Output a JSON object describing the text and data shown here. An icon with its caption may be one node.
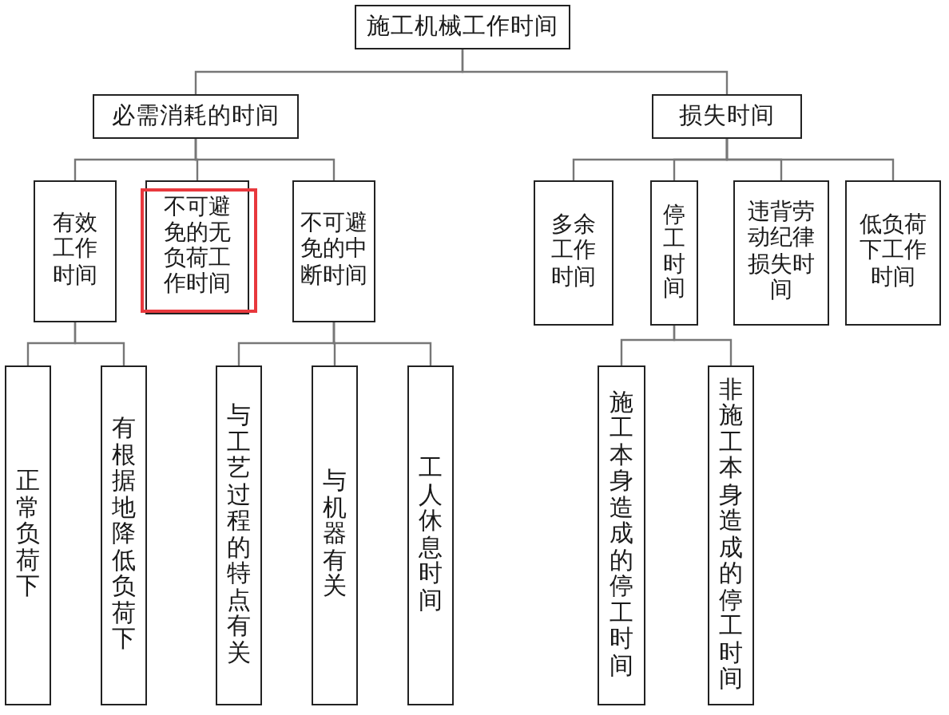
{
  "diagram": {
    "nodes": [
      {
        "text": [
          "施工机械工作时间"
        ]
      },
      {
        "text": [
          "必需消耗的时间"
        ]
      },
      {
        "text": [
          "损失时间"
        ]
      },
      {
        "text": [
          "有效工作时间"
        ]
      },
      {
        "text": [
          "不可避免的无负荷工作时间"
        ]
      },
      {
        "text": [
          "不可避免的中断时间"
        ]
      },
      {
        "text": [
          "多余工作时间"
        ]
      },
      {
        "text": [
          "停工时间"
        ]
      },
      {
        "text": [
          "违背劳动纪律损失时间"
        ]
      },
      {
        "text": [
          "低负荷下工作时间"
        ]
      },
      {
        "text": [
          "正常负荷下"
        ]
      },
      {
        "text": [
          "有根据地降低负荷下"
        ]
      },
      {
        "text": [
          "与工艺过程的特点有关"
        ]
      },
      {
        "text": [
          "与机器有关"
        ]
      },
      {
        "text": [
          "工人休息时间"
        ]
      },
      {
        "text": [
          "施工本身造成的停工时间"
        ]
      },
      {
        "text": [
          "非施工本身造成的停工时间"
        ]
      }
    ],
    "edges": [
      {
        "from": 0,
        "to": 1,
        "arrow": "none"
      },
      {
        "from": 0,
        "to": 2,
        "arrow": "none"
      },
      {
        "from": 1,
        "to": 3,
        "arrow": "none"
      },
      {
        "from": 1,
        "to": 4,
        "arrow": "none"
      },
      {
        "from": 1,
        "to": 5,
        "arrow": "none"
      },
      {
        "from": 2,
        "to": 6,
        "arrow": "none"
      },
      {
        "from": 2,
        "to": 7,
        "arrow": "none"
      },
      {
        "from": 2,
        "to": 8,
        "arrow": "none"
      },
      {
        "from": 2,
        "to": 9,
        "arrow": "none"
      },
      {
        "from": 3,
        "to": 10,
        "arrow": "none"
      },
      {
        "from": 3,
        "to": 11,
        "arrow": "none"
      },
      {
        "from": 5,
        "to": 12,
        "arrow": "none"
      },
      {
        "from": 5,
        "to": 13,
        "arrow": "none"
      },
      {
        "from": 5,
        "to": 14,
        "arrow": "none"
      },
      {
        "from": 7,
        "to": 15,
        "arrow": "none"
      },
      {
        "from": 7,
        "to": 16,
        "arrow": "none"
      }
    ]
  }
}
